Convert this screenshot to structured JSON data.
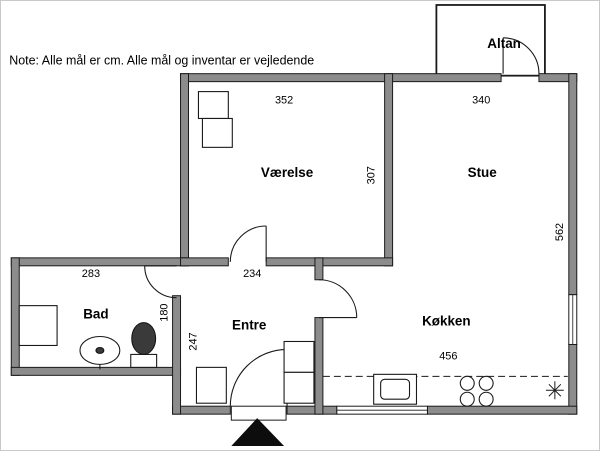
{
  "note": "Note: Alle mål er cm. Alle mål og inventar er vejledende",
  "rooms": {
    "altan": {
      "label": "Altan"
    },
    "vaerelse": {
      "label": "Værelse",
      "width_cm": "352",
      "depth_cm": "307"
    },
    "stue": {
      "label": "Stue",
      "width_cm": "340",
      "depth_cm": "562"
    },
    "bad": {
      "label": "Bad",
      "width_cm": "283",
      "depth_cm": "180"
    },
    "entre": {
      "label": "Entre",
      "width_cm": "234",
      "depth_cm": "247"
    },
    "koekken": {
      "label": "Køkken",
      "counter_width_cm": "456"
    }
  },
  "symbols": {
    "entrance_arrow": "entrance-arrow",
    "lamp_star": "asterisk-symbol"
  },
  "colors": {
    "wall_fill": "#8c8c8c",
    "line": "#1a1a1a",
    "background": "#ffffff"
  }
}
